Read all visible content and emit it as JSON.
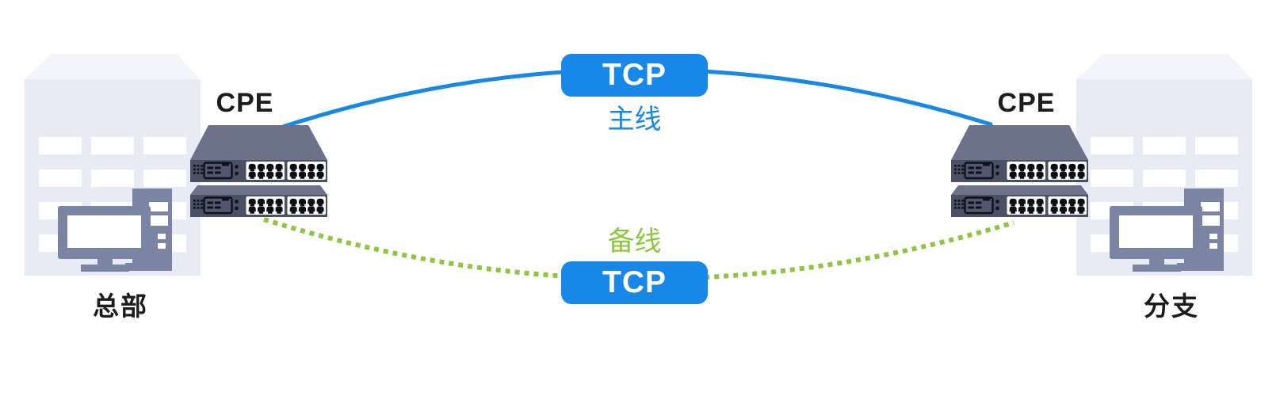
{
  "sites": {
    "left": {
      "name": "总部",
      "cpe_label": "CPE"
    },
    "right": {
      "name": "分支",
      "cpe_label": "CPE"
    }
  },
  "links": {
    "primary": {
      "protocol": "TCP",
      "name": "主线",
      "color": "#1787E8",
      "style": "solid"
    },
    "backup": {
      "protocol": "TCP",
      "name": "备线",
      "color": "#8DC63F",
      "style": "dotted"
    }
  }
}
